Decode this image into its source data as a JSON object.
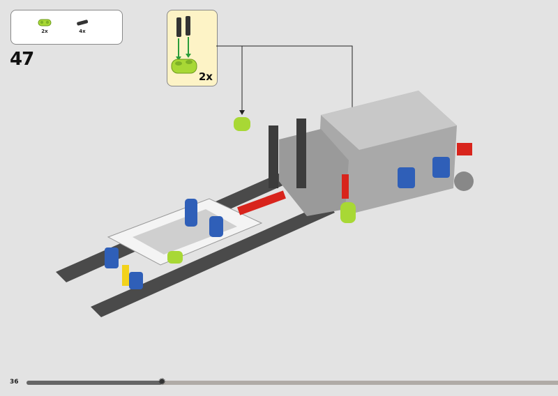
{
  "parts_list": [
    {
      "name": "lime-beam",
      "count": "2x",
      "color": "#a8d835"
    },
    {
      "name": "black-pin",
      "count": "4x",
      "color": "#333333"
    }
  ],
  "step_number": "47",
  "subassembly": {
    "count": "2x"
  },
  "footer": {
    "page_number": "36",
    "progress": 0.255
  },
  "colors": {
    "background": "#e3e3e3",
    "callout": "#fdf3c6",
    "lime": "#a8d835",
    "blue": "#2f5fb8",
    "red": "#d8241c",
    "gray": "#9b9b9b",
    "dark": "#3c3c3c"
  }
}
